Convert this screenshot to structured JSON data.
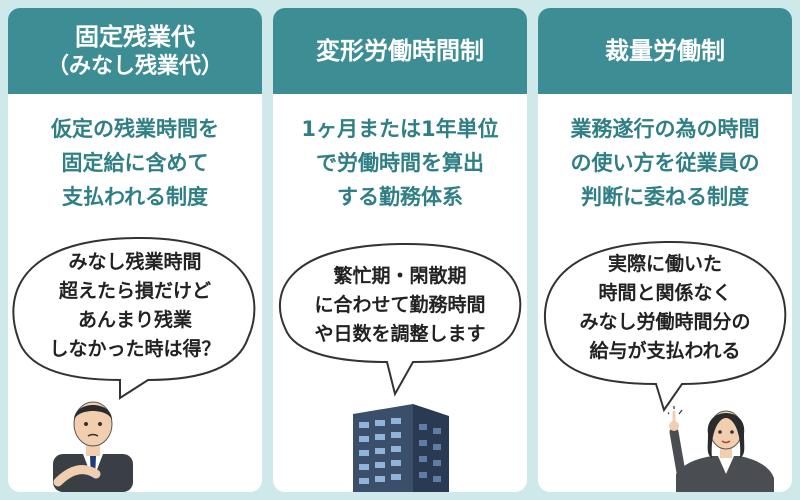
{
  "cards": [
    {
      "title": "固定残業代",
      "subtitle": "（みなし残業代）",
      "description": [
        "仮定の残業時間を",
        "固定給に含めて",
        "支払われる制度"
      ],
      "bubble": [
        "みなし残業時間",
        "超えたら損だけど",
        "あんまり残業",
        "しなかった時は得？"
      ],
      "illustration": "businessman-thinking"
    },
    {
      "title": "変形労働時間制",
      "description": [
        "1ヶ月または1年単位",
        "で労働時間を算出",
        "する勤務体系"
      ],
      "bubble": [
        "繁忙期・閑散期",
        "に合わせて勤務時間",
        "や日数を調整します"
      ],
      "illustration": "office-building"
    },
    {
      "title": "裁量労働制",
      "description": [
        "業務遂行の為の時間",
        "の使い方を従業員の",
        "判断に委ねる制度"
      ],
      "bubble": [
        "実際に働いた",
        "時間と関係なく",
        "みなし労働時間分の",
        "給与が支払われる"
      ],
      "illustration": "businesswoman-pointing"
    }
  ],
  "colors": {
    "background": "#cfe8e9",
    "header": "#3d8e94",
    "description_text": "#2f7f85",
    "card": "#ffffff"
  }
}
